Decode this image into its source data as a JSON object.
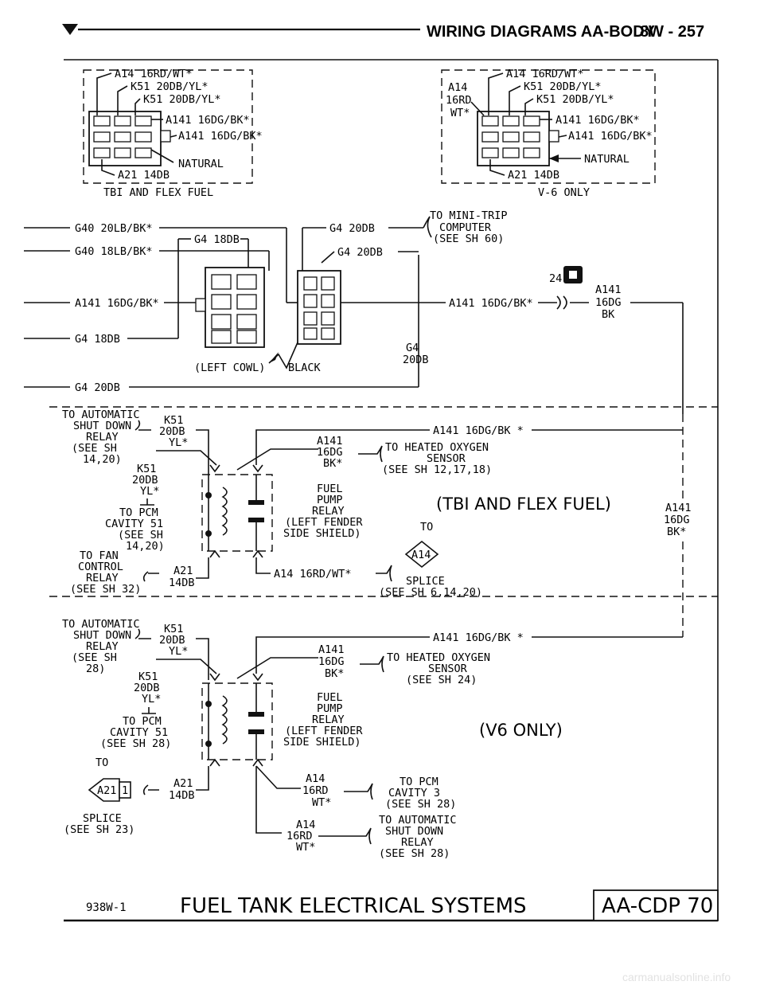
{
  "header": {
    "title": "WIRING DIAGRAMS AA-BODY",
    "page": "8W - 257"
  },
  "connector_left": {
    "wires": [
      "A14 16RD/WT*",
      "K51 20DB/YL*",
      "K51 20DB/YL*",
      "A141 16DG/BK*",
      "A141 16DG/BK*",
      "NATURAL",
      "A21 14DB"
    ],
    "caption": "TBI AND FLEX FUEL"
  },
  "connector_right": {
    "wires": [
      "A14 16RD/WT*",
      "K51 20DB/YL*",
      "K51 20DB/YL*",
      "A141 16DG/BK*",
      "A141 16DG/BK*",
      "NATURAL",
      "A21 14DB"
    ],
    "side_label": [
      "A14",
      "16RD",
      "WT*"
    ],
    "caption": "V-6 ONLY"
  },
  "cowl": {
    "left_wires": [
      "G40 20LB/BK*",
      "G40 18LB/BK*",
      "A141 16DG/BK*",
      "G4 18DB",
      "G4 20DB"
    ],
    "g4_18db": "G4 18DB",
    "g4_20db_a": "G4 20DB",
    "g4_20db_b": "G4 20DB",
    "mini_trip": [
      "TO MINI-TRIP",
      "COMPUTER",
      "(SEE SH 60)"
    ],
    "connector_num": "24",
    "a141_mid": "A141 16DG/BK*",
    "a141_right": [
      "A141",
      "16DG",
      "BK"
    ],
    "g4_lower": [
      "G4",
      "20DB"
    ],
    "left_cowl": "(LEFT COWL)",
    "black": "BLACK"
  },
  "tbi_section": {
    "shutdown": [
      "TO AUTOMATIC",
      "SHUT DOWN",
      "RELAY",
      "(SEE SH",
      "14,20)"
    ],
    "k51_top": [
      "K51",
      "20DB",
      "YL*"
    ],
    "k51_mid": [
      "K51",
      "20DB",
      "YL*"
    ],
    "pcm": [
      "TO PCM",
      "CAVITY 51",
      "(SEE SH",
      "14,20)"
    ],
    "fan": [
      "TO FAN",
      "CONTROL",
      "RELAY",
      "(SEE SH 32)"
    ],
    "a21": [
      "A21",
      "14DB"
    ],
    "a141_top": "A141 16DG/BK *",
    "a141_split": [
      "A141",
      "16DG",
      "BK*"
    ],
    "heated": [
      "TO HEATED OXYGEN",
      "SENSOR",
      "(SEE SH 12,17,18)"
    ],
    "relay": [
      "FUEL",
      "PUMP",
      "RELAY",
      "(LEFT FENDER",
      "SIDE SHIELD)"
    ],
    "section_label": "(TBI AND FLEX FUEL)",
    "to": "TO",
    "splice_id": "A14",
    "a14_wire": "A14 16RD/WT*",
    "splice": [
      "SPLICE",
      "(SEE SH 6,14,20)"
    ],
    "right_wire": [
      "A141",
      "16DG",
      "BK*"
    ]
  },
  "v6_section": {
    "shutdown": [
      "TO AUTOMATIC",
      "SHUT DOWN",
      "RELAY",
      "(SEE SH",
      "28)"
    ],
    "k51_top": [
      "K51",
      "20DB",
      "YL*"
    ],
    "k51_mid": [
      "K51",
      "20DB",
      "YL*"
    ],
    "pcm": [
      "TO PCM",
      "CAVITY 51",
      "(SEE SH 28)"
    ],
    "to": "TO",
    "splice_id": "A21",
    "splice_num": "1",
    "a21": [
      "A21",
      "14DB"
    ],
    "splice": [
      "SPLICE",
      "(SEE SH 23)"
    ],
    "a141_top": "A141 16DG/BK *",
    "a141_split": [
      "A141",
      "16DG",
      "BK*"
    ],
    "heated": [
      "TO HEATED OXYGEN",
      "SENSOR",
      "(SEE SH 24)"
    ],
    "relay": [
      "FUEL",
      "PUMP",
      "RELAY",
      "(LEFT FENDER",
      "SIDE SHIELD)"
    ],
    "section_label": "(V6 ONLY)",
    "a14_a": [
      "A14",
      "16RD",
      "WT*"
    ],
    "pcm3": [
      "TO PCM",
      "CAVITY 3",
      "(SEE SH 28)"
    ],
    "a14_b": [
      "A14",
      "16RD",
      "WT*"
    ],
    "asd": [
      "TO AUTOMATIC",
      "SHUT DOWN",
      "RELAY",
      "(SEE SH 28)"
    ]
  },
  "footer": {
    "code": "938W-1",
    "title": "FUEL TANK ELECTRICAL SYSTEMS",
    "ref": "AA-CDP 70"
  },
  "watermark": "carmanualsonline.info"
}
